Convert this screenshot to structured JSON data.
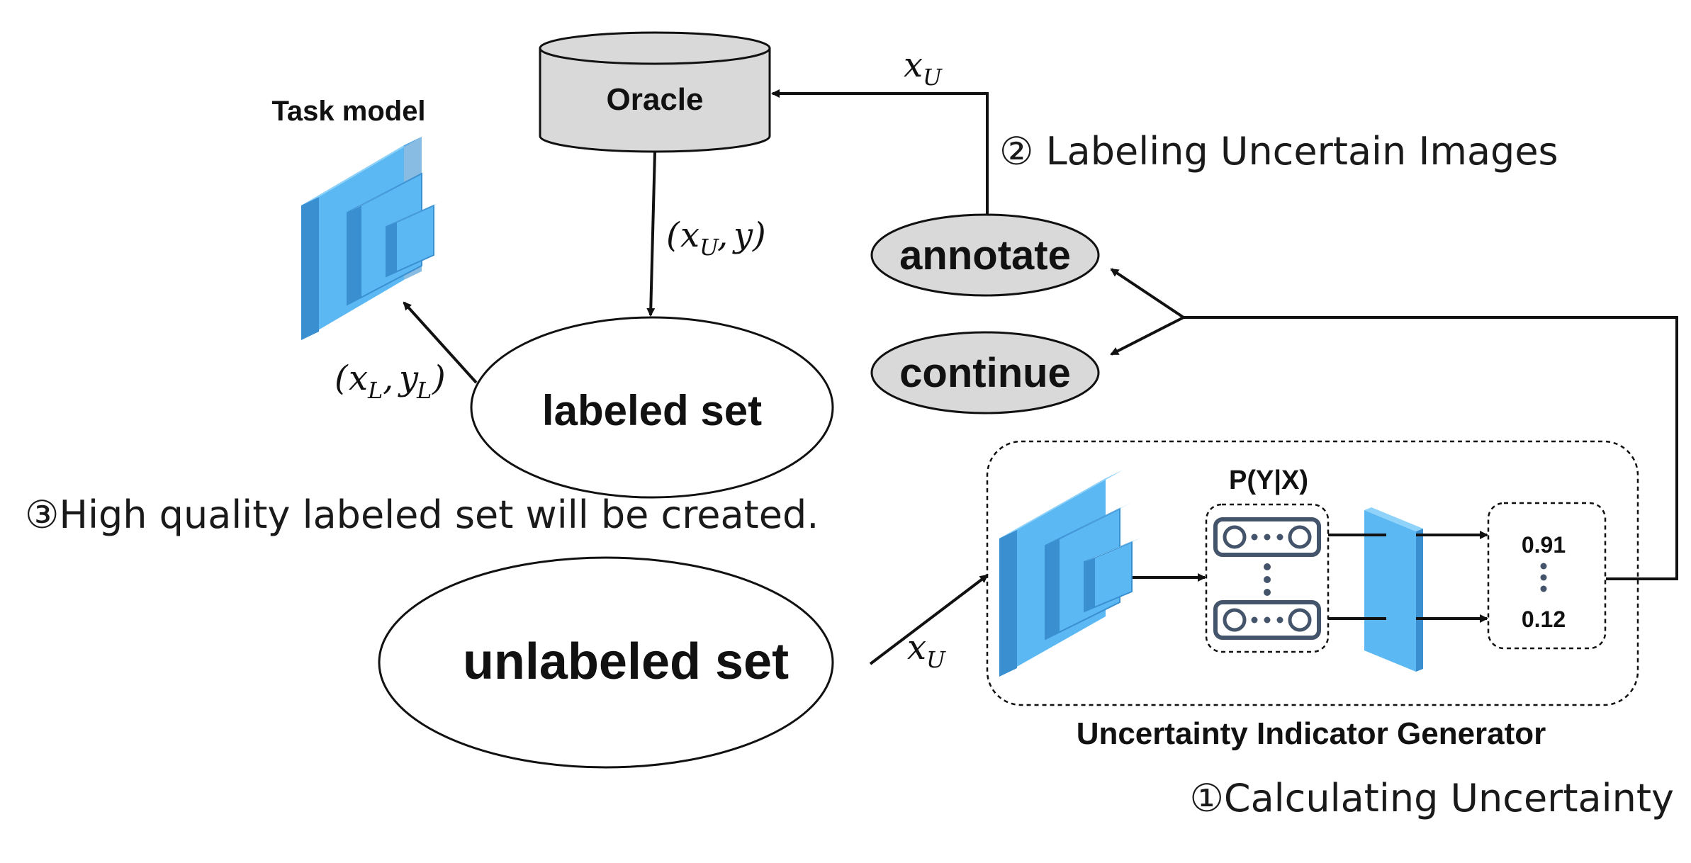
{
  "labels": {
    "task_model": "Task model",
    "oracle": "Oracle",
    "labeled_set": "labeled set",
    "unlabeled_set": "unlabeled set",
    "annotate": "annotate",
    "continue": "continue",
    "pyx": "P(Y|X)",
    "uig": "Uncertainty Indicator Generator",
    "val_top": "0.91",
    "val_bottom": "0.12"
  },
  "steps": {
    "step1": "①Calculating Uncertainty",
    "step2": "② Labeling Uncertain Images",
    "step3": "③High quality labeled set will be created."
  },
  "math": {
    "x": "x",
    "y": "y",
    "sub_U": "U",
    "sub_L": "L",
    "paren_open": "(",
    "paren_close": ")",
    "comma": ","
  },
  "colors": {
    "block_front": "#5bb8f2",
    "block_side": "#3a8fd0",
    "block_top": "#8fd2fa",
    "oracle_fill": "#d9d9d9",
    "bubble_fill": "#d9d9d9",
    "node_outline": "#44546a"
  }
}
